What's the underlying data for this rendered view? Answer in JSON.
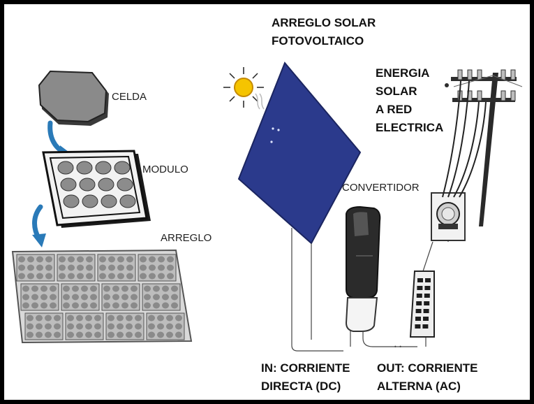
{
  "labels": {
    "array_title_line1": "ARREGLO SOLAR",
    "array_title_line2": "FOTOVOLTAICO",
    "grid_line1": "ENERGIA",
    "grid_line2": "SOLAR",
    "grid_line3": "A RED",
    "grid_line4": "ELECTRICA",
    "cell": "CELDA",
    "module": "MODULO",
    "array": "ARREGLO",
    "inverter": "CONVERTIDOR",
    "in_line1": "IN: CORRIENTE",
    "in_line2": "DIRECTA (DC)",
    "out_line1": "OUT: CORRIENTE",
    "out_line2": "ALTERNA (AC)"
  },
  "colors": {
    "panel_blue": "#2b3a8c",
    "arrow_blue": "#2a7ab8",
    "cell_gray": "#7a7a7a",
    "background": "#ffffff",
    "frame": "#000000"
  }
}
